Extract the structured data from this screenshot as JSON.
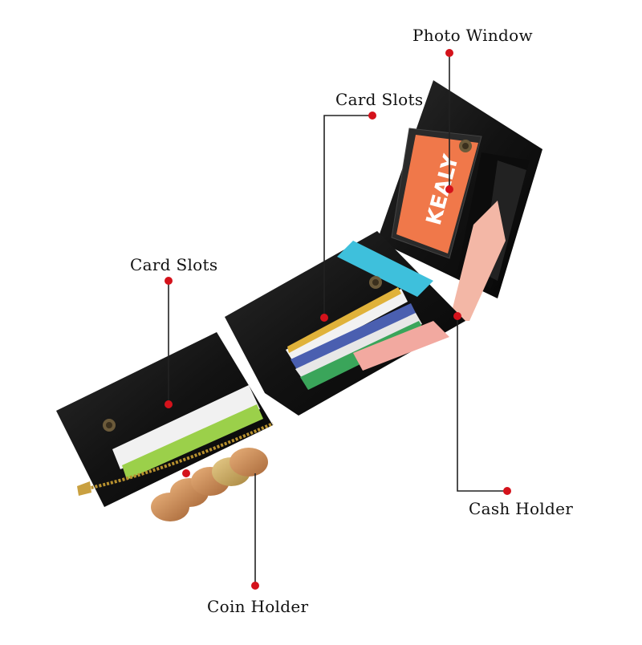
{
  "callouts": {
    "photo_window": "Photo Window",
    "card_slots_inner": "Card Slots",
    "card_slots_left": "Card Slots",
    "cash_holder": "Cash Holder",
    "coin_holder": "Coin Holder"
  },
  "photo_card_text": "KEALY",
  "colors": {
    "leather": "#141414",
    "photo_card": "#f0784a",
    "marker": "#d4121b",
    "leader_line": "#222222",
    "coin": "#c98a4e",
    "zipper": "#b8912f"
  }
}
